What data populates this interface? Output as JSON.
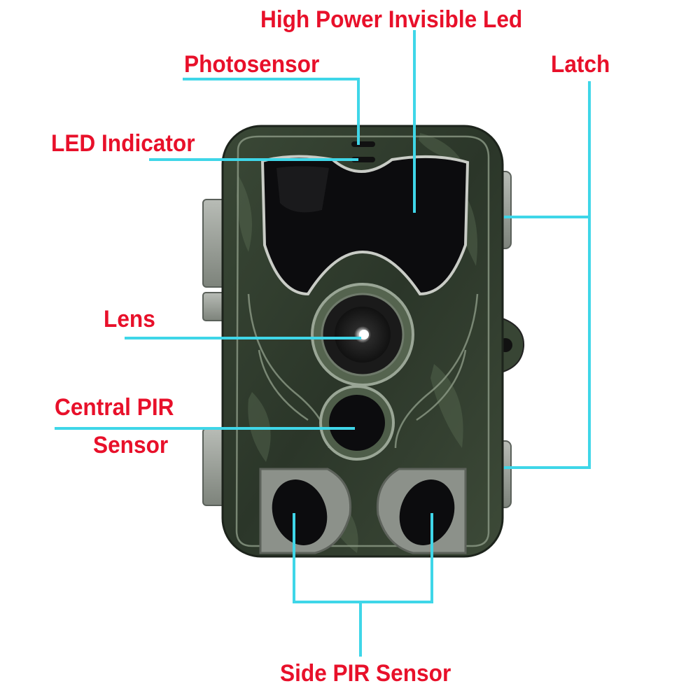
{
  "colors": {
    "label_text": "#e8102a",
    "leader_line": "#3fd6e8",
    "body_dark": "#2d3a2b",
    "body_mid": "#4a5a44",
    "body_light": "#7a8a70",
    "trim_gray": "#9aa09a",
    "glass": "#0b0c0d"
  },
  "labels": {
    "high_power_led": "High Power Invisible Led",
    "photosensor": "Photosensor",
    "latch": "Latch",
    "led_indicator": "LED Indicator",
    "lens": "Lens",
    "central_pir_line1": "Central PIR",
    "central_pir_line2": "Sensor",
    "side_pir": "Side PIR Sensor"
  },
  "icons": {
    "camera": "trail-camera-icon"
  }
}
